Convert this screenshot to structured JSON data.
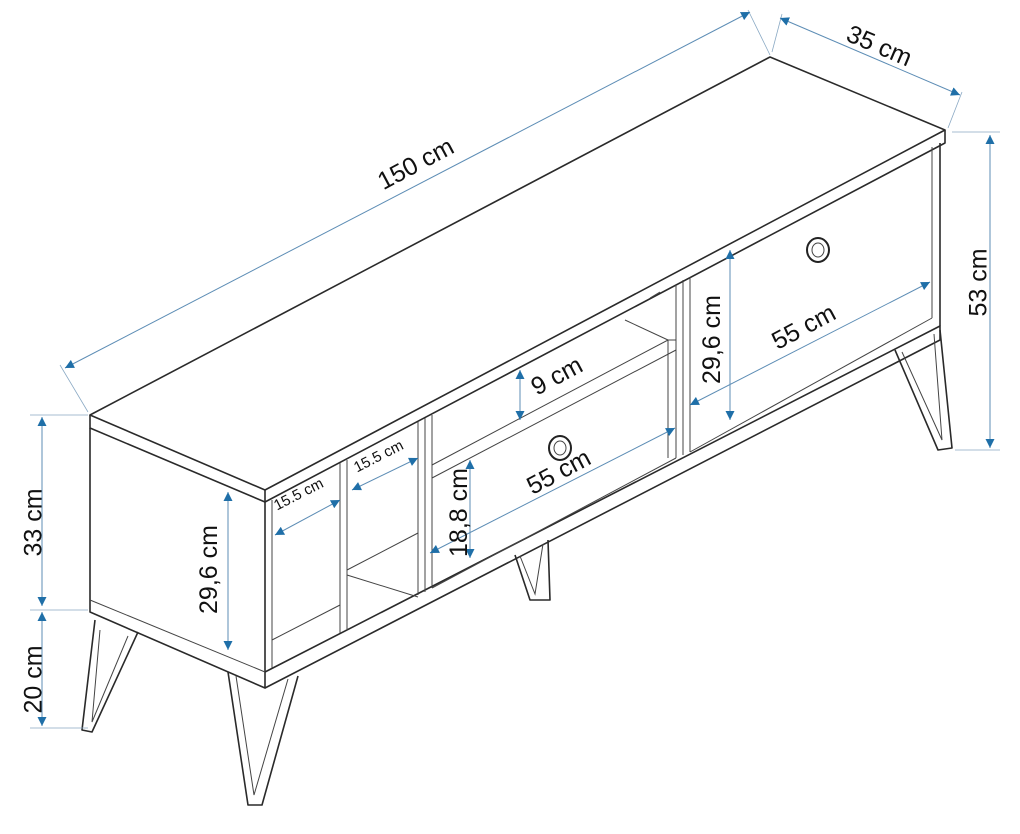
{
  "title": "TV unit dimension drawing",
  "accent_color": "#1f6fa8",
  "dimensions": {
    "width": "150 cm",
    "depth": "35 cm",
    "total_height": "53 cm",
    "body_height": "33 cm",
    "leg_height": "20 cm",
    "left_inner_height": "29,6 cm",
    "left_shelf_width_1": "15.5 cm",
    "left_shelf_width_2": "15.5 cm",
    "open_shelf_height": "9 cm",
    "drawer_height": "18,8 cm",
    "drawer_width": "55 cm",
    "door_height": "29,6 cm",
    "door_width": "55 cm"
  }
}
